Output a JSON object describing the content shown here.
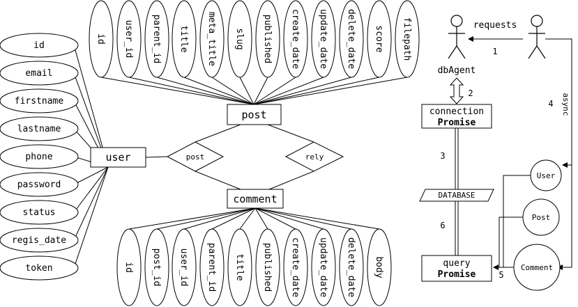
{
  "entities": {
    "user": "user",
    "post": "post",
    "comment": "comment"
  },
  "relationships": {
    "post_rel": "post",
    "rely_rel": "rely"
  },
  "user_attributes": [
    "id",
    "email",
    "firstname",
    "lastname",
    "phone",
    "password",
    "status",
    "regis_date",
    "token"
  ],
  "post_attributes": [
    "id",
    "user_id",
    "parent_id",
    "title",
    "meta_title",
    "slug",
    "published",
    "create_date",
    "update_date",
    "delete_date",
    "score",
    "filepath"
  ],
  "comment_attributes": [
    "id",
    "post_id",
    "user_id",
    "parent_id",
    "title",
    "published",
    "create_date",
    "update_date",
    "delete_date",
    "body"
  ],
  "flow": {
    "requests_label": "requests",
    "dbagent_label": "dbAgent",
    "connection_label": "connection",
    "connection_promise": "Promise",
    "database_label": "DATABASE",
    "query_label": "query",
    "query_promise": "Promise",
    "async_label": "async",
    "circles": [
      "User",
      "Post",
      "Comment"
    ],
    "numbers": {
      "n1": "1",
      "n2": "2",
      "n3": "3",
      "n4": "4",
      "n5": "5",
      "n6": "6"
    }
  }
}
